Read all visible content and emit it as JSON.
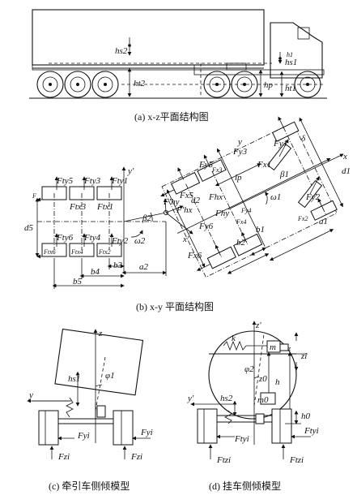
{
  "captions": {
    "a": "(a) x-z平面结构图",
    "b": "(b) x-y 平面结构图",
    "c": "(c) 牵引车侧倾模型",
    "d": "(d) 挂车侧倾模型"
  },
  "panel_a": {
    "labels": {
      "hs2": "hs2",
      "ht2": "ht2",
      "hs1": "hs1",
      "hp": "hp",
      "ht1": "ht1",
      "h1": "h1"
    }
  },
  "panel_b": {
    "labels": {
      "fty5": "Fty5",
      "fty3": "Fty3",
      "fty1": "Fty1",
      "ftx3": "Ftx3",
      "ftx1": "Ftx1",
      "fty6": "Fty6",
      "fty4": "Fty4",
      "fty2": "Fty2",
      "ftx6": "Ftx6",
      "ftx4": "Ftx4",
      "ftx2": "Ftx2",
      "d5": "d5",
      "b3": "b3",
      "b4": "b4",
      "b5": "b5",
      "a2": "a2",
      "beta2": "β2",
      "omega2": "ω2",
      "yprime": "y'",
      "xprime": "x'",
      "fhy": "Fhy",
      "fhx": "Fhx",
      "fphy": "F'hy",
      "fphx": "F'hx",
      "y": "y",
      "x": "x",
      "fy5": "Fy5",
      "fy3": "Fy3",
      "fy1": "Fy1",
      "delta": "δ",
      "fx5": "Fx5",
      "fx3": "Fx3",
      "fx1": "Fx1",
      "lp": "lp",
      "beta1": "β1",
      "d1": "d1",
      "d2": "d2",
      "omega1": "ω1",
      "fy2": "Fy2",
      "fy6": "Fy6",
      "fy4": "Fy4",
      "fx6": "Fx6",
      "fx4": "Fx4",
      "fx2": "Fx2",
      "a1": "a1",
      "b1": "b1",
      "b2": "b2"
    }
  },
  "panel_c": {
    "labels": {
      "z": "z",
      "y": "y",
      "hs1": "hs1",
      "phi1": "φ1",
      "fyi_l": "Fyi",
      "fyi_r": "Fyi",
      "fzi_l": "Fzi",
      "fzi_r": "Fzi"
    }
  },
  "panel_d": {
    "labels": {
      "zprime": "z'",
      "k": "k",
      "m": "m",
      "z": "z",
      "zi": "zi",
      "phi2": "φ2",
      "z0": "z0",
      "h": "h",
      "m0": "m0",
      "hs2": "hs2",
      "yprime": "y'",
      "h0": "h0",
      "ftyi_l": "Ftyi",
      "ftyi_r": "Ftyi",
      "ftzi_l": "Ftzi",
      "ftzi_r": "Ftzi"
    }
  }
}
